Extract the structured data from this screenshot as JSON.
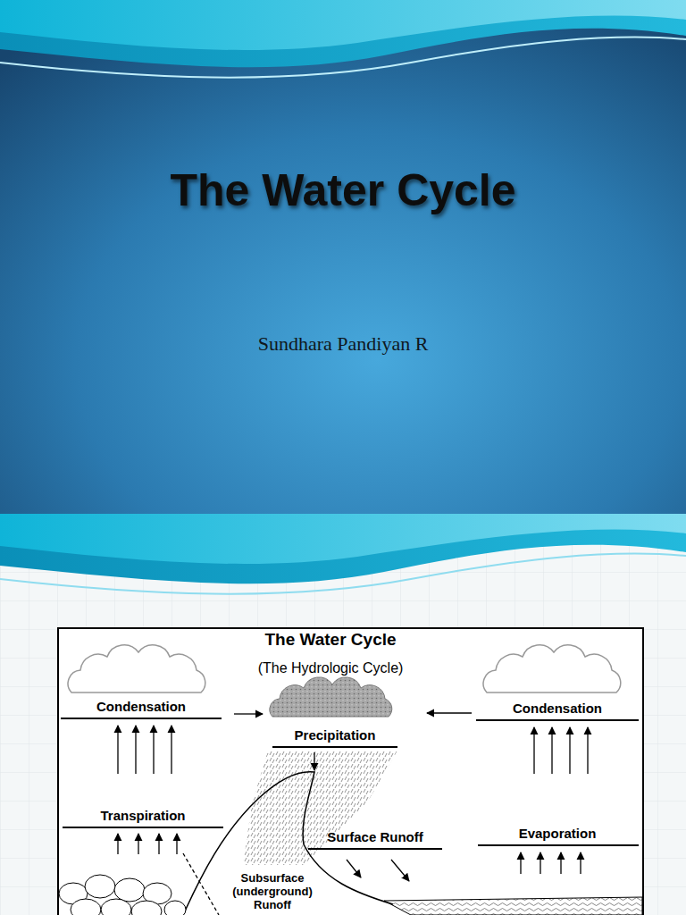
{
  "diagram": {
    "title": "The Water Cycle",
    "labels": [
      "Sundhara Pandiyan R",
      "The Water Cycle",
      "(The Hydrologic Cycle)",
      "Condensation",
      "Condensation",
      "Precipitation",
      "Transpiration",
      "Surface Runoff",
      "Evaporation",
      "Subsurface (underground) Runoff"
    ]
  }
}
